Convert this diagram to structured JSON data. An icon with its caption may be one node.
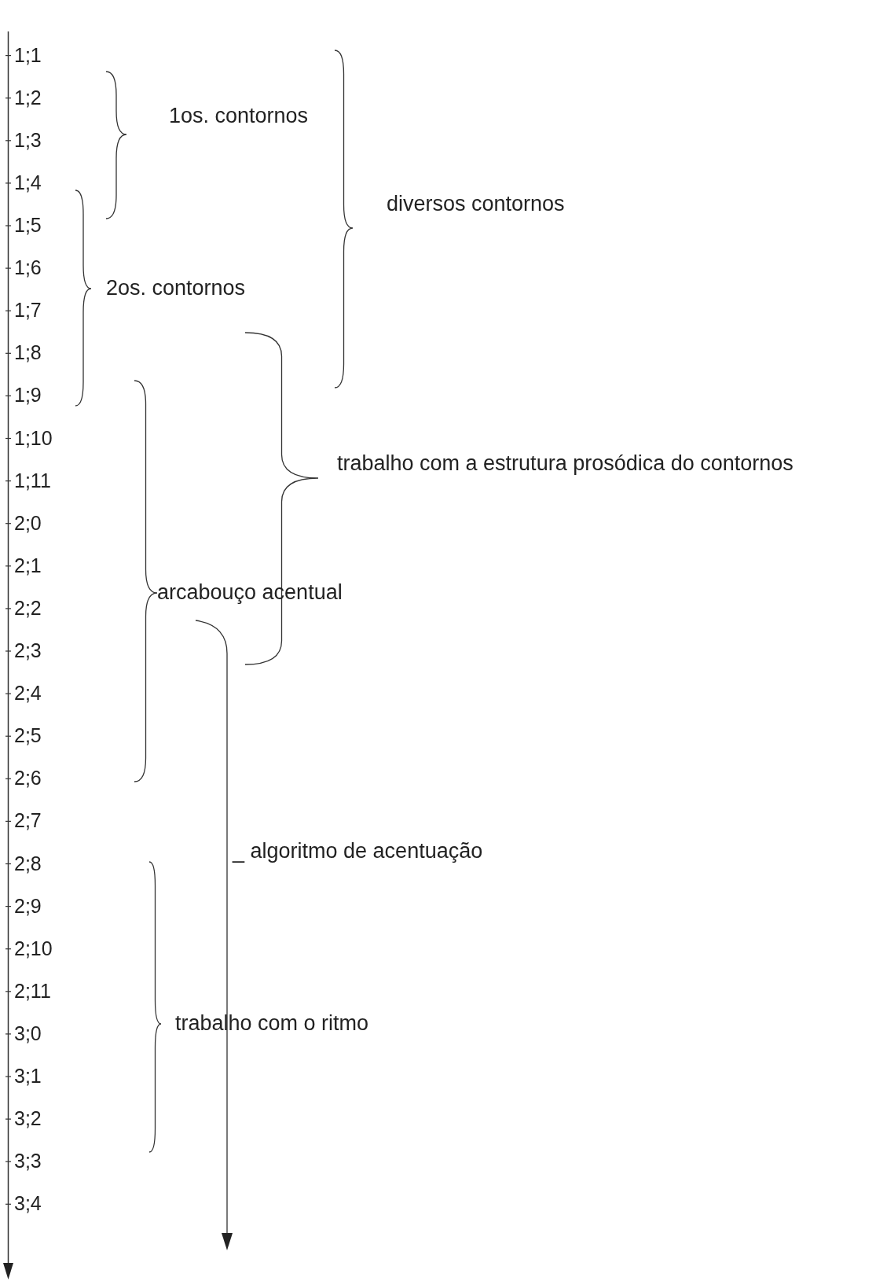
{
  "diagram": {
    "labels": [
      "1;1",
      "1;2",
      "1;3",
      "1;4",
      "1;5",
      "1;6",
      "1;7",
      "1;8",
      "1;9",
      "1;10",
      "1;11",
      "2;0",
      "2;1",
      "2;2",
      "2;3",
      "2;4",
      "2;5",
      "2;6",
      "2;7",
      "2;8",
      "2;9",
      "2;10",
      "2;11",
      "3;0",
      "3;1",
      "3;2",
      "3;3",
      "3;4",
      "1os. contornos",
      "diversos contornos",
      "2os. contornos",
      "trabalho com a estrutura prosódica do contornos",
      "arcabouço acentual",
      "_ algoritmo de acentuação",
      "trabalho com o ritmo"
    ]
  }
}
